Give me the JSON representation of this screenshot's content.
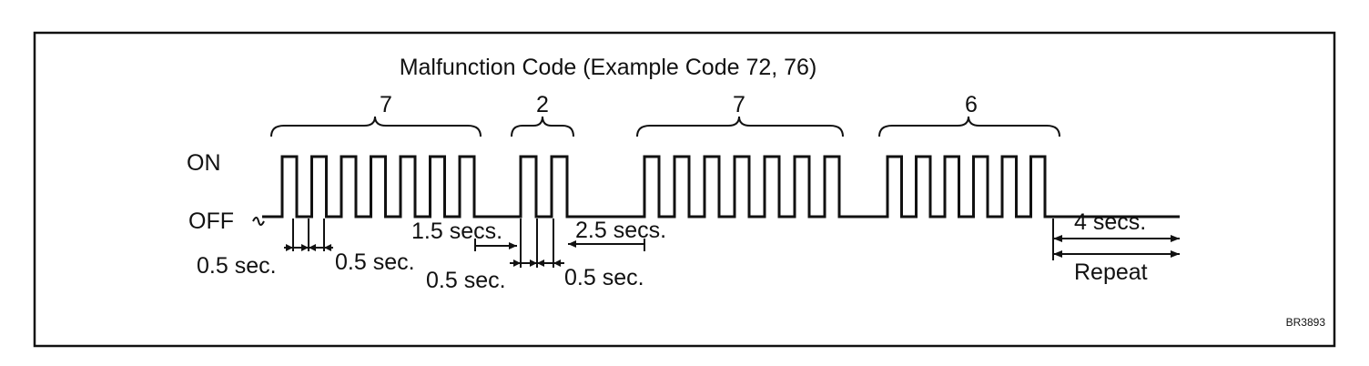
{
  "diagram": {
    "title": "Malfunction Code (Example Code 72, 76)",
    "state_on": "ON",
    "state_off": "OFF",
    "groups": [
      "7",
      "2",
      "7",
      "6"
    ],
    "timing_labels": {
      "pulse_width_a": "0.5 sec.",
      "pulse_gap_a": "0.5 sec.",
      "digit_gap": "1.5 secs.",
      "pulse_width_b": "0.5 sec.",
      "pulse_gap_b": "0.5 sec.",
      "code_gap": "2.5 secs.",
      "end_pause": "4 secs.",
      "repeat": "Repeat"
    },
    "figure_id": "BR3893"
  }
}
